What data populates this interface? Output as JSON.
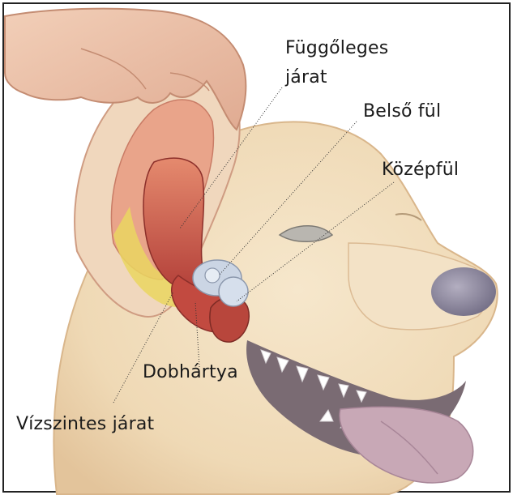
{
  "labels": {
    "vertical_canal_line1": "Függőleges",
    "vertical_canal_line2": "járat",
    "inner_ear": "Belső fül",
    "middle_ear": "Középfül",
    "eardrum": "Dobhártya",
    "horizontal_canal": "Vízszintes járat"
  },
  "colors": {
    "fur": "#f1ddbd",
    "fur_shadow": "#e2c39a",
    "ear_canal": "#c9584a",
    "cartilage": "#e8d25a",
    "inner_ear": "#c9d3e2",
    "nose": "#8f8aa0",
    "tongue": "#c0a0ae",
    "frame": "#222222"
  }
}
